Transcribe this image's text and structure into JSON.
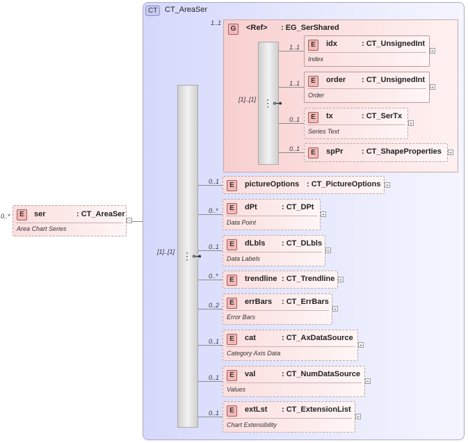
{
  "root": {
    "badge": "E",
    "name": "ser",
    "type": ": CT_AreaSer",
    "doc": "Area Chart Series",
    "multiplicity": "0..*",
    "expander": "−"
  },
  "complex_type": {
    "badge": "CT",
    "title": "CT_AreaSer",
    "sequence_multiplicity": "[1]..[1]"
  },
  "group": {
    "badge": "G",
    "ref_label": "<Ref>",
    "type": ": EG_SerShared",
    "multiplicity": "1..1",
    "sequence_multiplicity": "[1]..[1]",
    "children": [
      {
        "name": "idx",
        "type": ": CT_UnsignedInt",
        "doc": "Index",
        "multiplicity": "1..1",
        "optional": false
      },
      {
        "name": "order",
        "type": ": CT_UnsignedInt",
        "doc": "Order",
        "multiplicity": "1..1",
        "optional": false
      },
      {
        "name": "tx",
        "type": ": CT_SerTx",
        "doc": "Series Text",
        "multiplicity": "0..1",
        "optional": true
      },
      {
        "name": "spPr",
        "type": ": CT_ShapeProperties",
        "doc": "",
        "multiplicity": "0..1",
        "optional": true
      }
    ]
  },
  "elements": [
    {
      "name": "pictureOptions",
      "type": ": CT_PictureOptions",
      "doc": "",
      "multiplicity": "0..1"
    },
    {
      "name": "dPt",
      "type": ": CT_DPt",
      "doc": "Data Point",
      "multiplicity": "0..*"
    },
    {
      "name": "dLbls",
      "type": ": CT_DLbls",
      "doc": "Data Labels",
      "multiplicity": "0..1"
    },
    {
      "name": "trendline",
      "type": ": CT_Trendline",
      "doc": "",
      "multiplicity": "0..*"
    },
    {
      "name": "errBars",
      "type": ": CT_ErrBars",
      "doc": "Error Bars",
      "multiplicity": "0..2"
    },
    {
      "name": "cat",
      "type": ": CT_AxDataSource",
      "doc": "Category Axis Data",
      "multiplicity": "0..1"
    },
    {
      "name": "val",
      "type": ": CT_NumDataSource",
      "doc": "Values",
      "multiplicity": "0..1"
    },
    {
      "name": "extLst",
      "type": ": CT_ExtensionList",
      "doc": "Chart Extensibility",
      "multiplicity": "0..1"
    }
  ],
  "element_badge": "E",
  "expand_symbol": "+",
  "sequence_icon": "⋮⊶",
  "colors": {
    "complex_type_bg": "#d5d8fb",
    "element_bg": "#fbdede",
    "group_bg": "#f8cfcf"
  }
}
